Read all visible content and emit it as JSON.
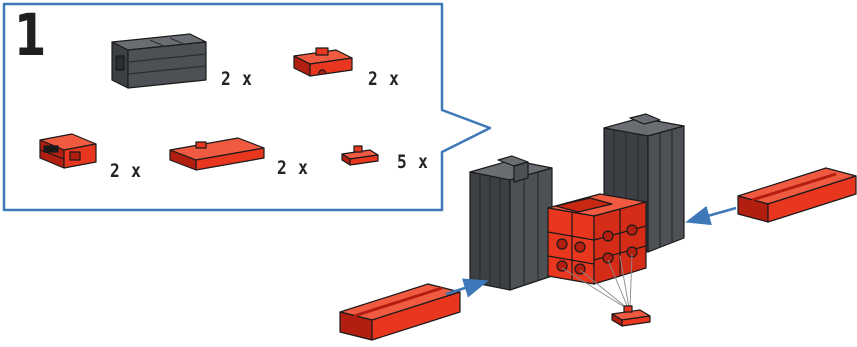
{
  "step": {
    "number": "1",
    "parts": [
      {
        "icon": "gray-building-block-icon",
        "quantity": "2 x"
      },
      {
        "icon": "red-square-plate-icon",
        "quantity": "2 x"
      },
      {
        "icon": "red-connector-block-icon",
        "quantity": "2 x"
      },
      {
        "icon": "red-flat-plate-icon",
        "quantity": "2 x"
      },
      {
        "icon": "red-small-plug-icon",
        "quantity": "5 x"
      }
    ]
  },
  "colors": {
    "callout_border": "#3f78b8",
    "red_part": "#e8361f",
    "red_dark": "#b21e10",
    "gray_part": "#4d5054",
    "gray_light": "#6a6d72",
    "arrow": "#3f78b8",
    "outline": "#1a1a1a"
  }
}
